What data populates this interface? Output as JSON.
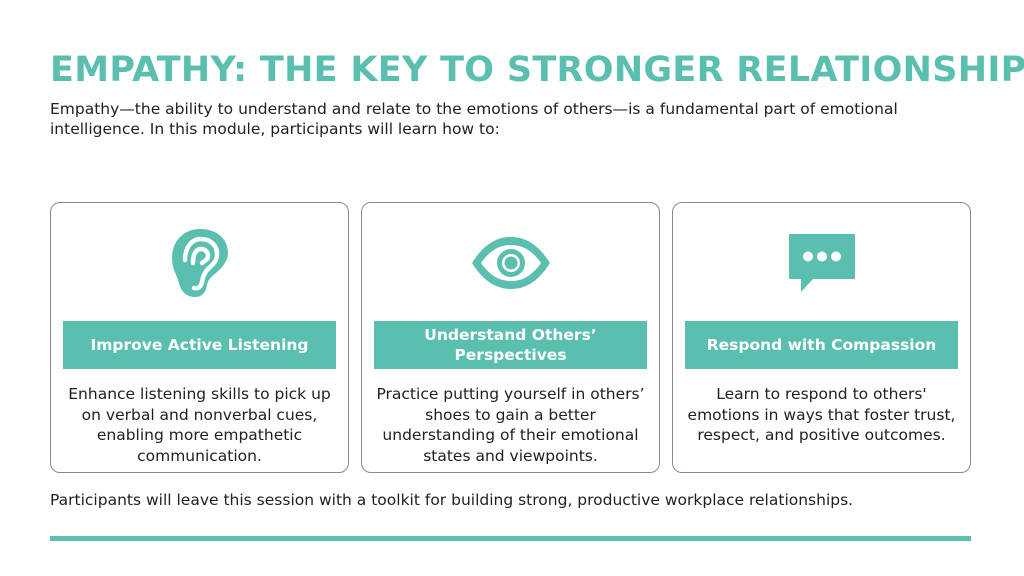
{
  "slide": {
    "title": "EMPATHY: THE KEY TO STRONGER RELATIONSHIPS",
    "intro": "Empathy—the ability to understand and relate to the emotions of others—is a fundamental part of emotional intelligence. In this module, participants will learn how to:",
    "footer": "Participants will leave this session with a toolkit for building strong, productive workplace relationships."
  },
  "cards": [
    {
      "icon": "ear-icon",
      "label": "Improve Active Listening",
      "description": "Enhance listening skills to pick up on verbal and nonverbal cues, enabling more empathetic communication."
    },
    {
      "icon": "eye-icon",
      "label": "Understand Others’ Perspectives",
      "description": "Practice putting yourself in others’ shoes to gain a better understanding of their emotional states and viewpoints."
    },
    {
      "icon": "speech-bubble-icon",
      "label": "Respond with Compassion",
      "description": "Learn to respond to others' emotions in ways that foster trust, respect, and positive outcomes."
    }
  ],
  "colors": {
    "accent": "#5bbfb0",
    "border": "#8a8a8a",
    "text": "#1f1f1f"
  }
}
